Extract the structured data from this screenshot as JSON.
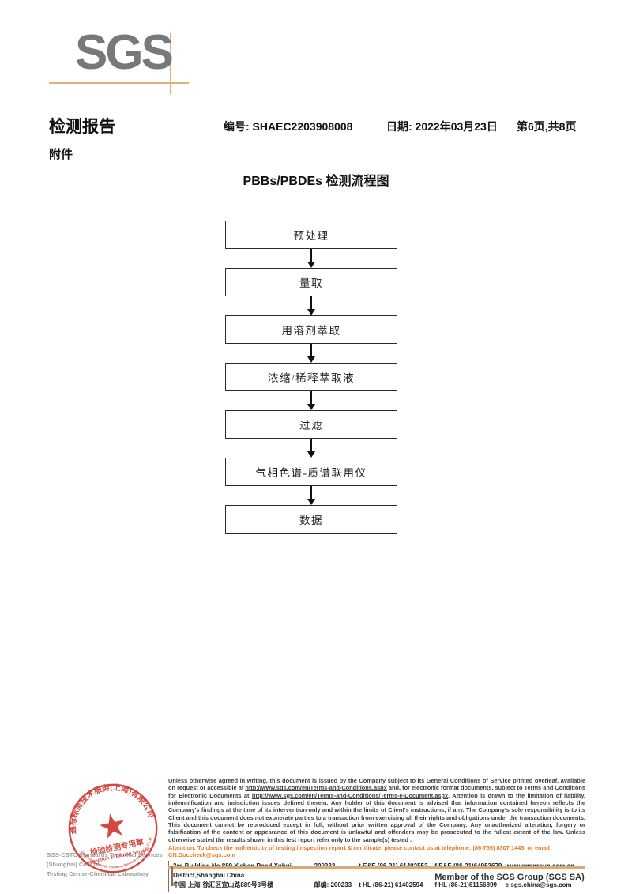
{
  "logo": {
    "text": "SGS"
  },
  "header": {
    "report_title": "检测报告",
    "report_no": "编号: SHAEC2203908008",
    "date": "日期: 2022年03月23日",
    "page_info": "第6页,共8页",
    "attachment_label": "附件"
  },
  "flowchart": {
    "title": "PBBs/PBDEs 检测流程图",
    "steps": [
      {
        "label": "预处理"
      },
      {
        "label": "量取"
      },
      {
        "label": "用溶剂萃取"
      },
      {
        "label": "浓缩/稀释萃取液"
      },
      {
        "label": "过滤"
      },
      {
        "label": "气相色谱-质谱联用仪"
      },
      {
        "label": "数据"
      }
    ]
  },
  "stamp": {
    "ring_text": "通标标准技术服务(上海)有限公司",
    "ring_bottom_text": "SGS-CSTC Standards Technical Services (Shanghai) Co.,Ltd.",
    "star": "★",
    "seal_line1": "检验检测专用章",
    "seal_line2": "Inspection & Testing Services"
  },
  "footer": {
    "company_line1": "SGS-CSTC Standards Technical Services (Shanghai) Co.,Ltd.",
    "company_line2": "Testing Center-Chemical Laboratory.",
    "disclaimer": {
      "part1": "Unless otherwise agreed in writing, this document is issued by the Company subject to its General Conditions of Service printed overleaf, available on request or accessible at ",
      "url1": "http://www.sgs.com/en/Terms-and-Conditions.aspx",
      "part2": " and, for electronic format documents, subject to Terms and Conditions for Electronic Documents at ",
      "url2": "http://www.sgs.com/en/Terms-and-Conditions/Terms-e-Document.aspx",
      "part3": ". Attention is drawn to the limitation of liability, indemnification and jurisdiction issues defined therein. Any holder of this document is advised that information contained hereon reflects the Company's findings at the time of its intervention only and within the limits of Client's instructions, if any. The Company's sole responsibility is to its Client and this document does not exonerate parties to a transaction from exercising all their rights and obligations under the transaction documents. This document cannot be reproduced except in full, without prior written approval of the Company. Any unauthorized alteration, forgery or falsification of the content or appearance of this document is unlawful and offenders may be prosecuted to the fullest extent of the law. Unless otherwise stated the results shown in this test report refer only to the sample(s) tested ."
    },
    "attention": "Attention: To check the authenticity of testing /inspection report & certificate, please contact us at telephone: (86-755) 8307 1443, or email: CN.Doccheck@sgs.com",
    "address": {
      "en_address": "3rd Building,No.889 Yishan Road Xuhui District,Shanghai China",
      "en_postcode": "200233",
      "en_tel": "t E&E (86-21) 61402553",
      "en_fax": "f E&E (86-21)64953679",
      "web": "www.sgsgroup.com.cn",
      "cn_address": "中国·上海·徐汇区宜山路889号3号楼",
      "cn_postcode": "邮编: 200233",
      "cn_tel": "t HL (86-21) 61402594",
      "cn_fax": "f HL (86-21)61156899",
      "email": "e sgs.china@sgs.com"
    },
    "member": "Member of the SGS Group (SGS SA)"
  },
  "colors": {
    "logo_gray": "#77787b",
    "crosshair_tan": "#e5ad7c",
    "stamp_red": "#d03a32",
    "attention_orange": "#e87722",
    "footer_line_tan": "#dca87c"
  }
}
